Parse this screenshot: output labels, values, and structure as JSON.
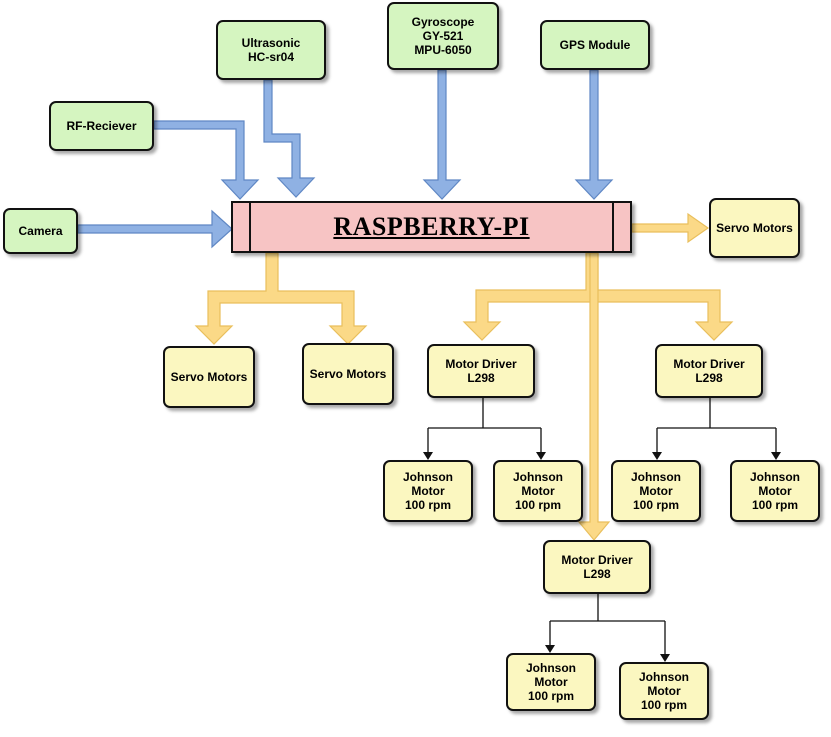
{
  "colors": {
    "sensor_fill": "#d5f5c0",
    "actuator_fill": "#fbf7c0",
    "hub_fill": "#f7c4c4",
    "input_arrow": "#8fb1e3",
    "output_arrow": "#fbd987"
  },
  "hub": {
    "label": "RASPBERRY-PI"
  },
  "sensors": {
    "camera": "Camera",
    "rf": "RF-Reciever",
    "ultrasonic": "Ultrasonic\nHC-sr04",
    "gyroscope": "Gyroscope\nGY-521\nMPU-6050",
    "gps": "GPS Module"
  },
  "servos": {
    "right": "Servo Motors",
    "bottom_left_1": "Servo Motors",
    "bottom_left_2": "Servo Motors"
  },
  "drivers": {
    "left": "Motor Driver\nL298",
    "right": "Motor Driver\nL298",
    "bottom": "Motor Driver\nL298"
  },
  "motors": {
    "m1": "Johnson\nMotor\n100 rpm",
    "m2": "Johnson\nMotor\n100 rpm",
    "m3": "Johnson\nMotor\n100 rpm",
    "m4": "Johnson\nMotor\n100 rpm",
    "m5": "Johnson\nMotor\n100 rpm",
    "m6": "Johnson\nMotor\n100 rpm"
  }
}
